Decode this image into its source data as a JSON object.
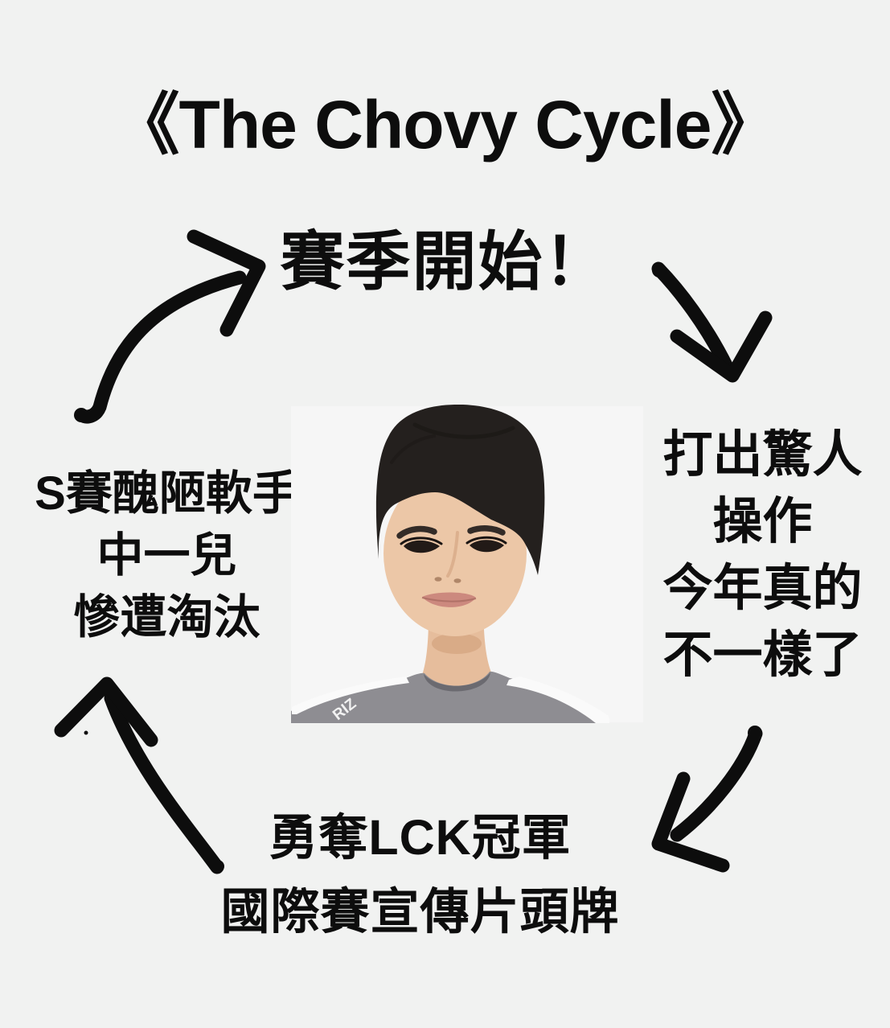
{
  "page": {
    "background_color": "#f1f2f1",
    "text_color": "#0d0d0d",
    "arrow_color": "#0d0d0d"
  },
  "title": {
    "text": "《The Chovy Cycle》"
  },
  "cycle": {
    "top": {
      "text": "賽季開始！"
    },
    "right": {
      "lines": [
        "打出驚人",
        "操作",
        "今年真的",
        "不一樣了"
      ]
    },
    "bottom": {
      "lines": [
        "勇奪LCK冠軍",
        "國際賽宣傳片頭牌"
      ]
    },
    "left": {
      "lines": [
        "S賽醜陋軟手",
        "中一兒",
        "慘遭淘汰"
      ]
    }
  },
  "photo": {
    "subject": "Chovy portrait",
    "jersey_text": "RIZ",
    "colors": {
      "photo_background": "#f6f6f6",
      "hair": "#24201e",
      "skin": "#ecc7a7",
      "jersey": "#8e8d92",
      "jersey_stripe": "#fafafa",
      "collar": "#6b6a70",
      "lips": "#cc897e"
    }
  },
  "arrows": [
    {
      "name": "arrow-top-left",
      "direction": "up-right"
    },
    {
      "name": "arrow-top-right",
      "direction": "down"
    },
    {
      "name": "arrow-bottom-right",
      "direction": "down-left"
    },
    {
      "name": "arrow-bottom-left",
      "direction": "up"
    }
  ]
}
